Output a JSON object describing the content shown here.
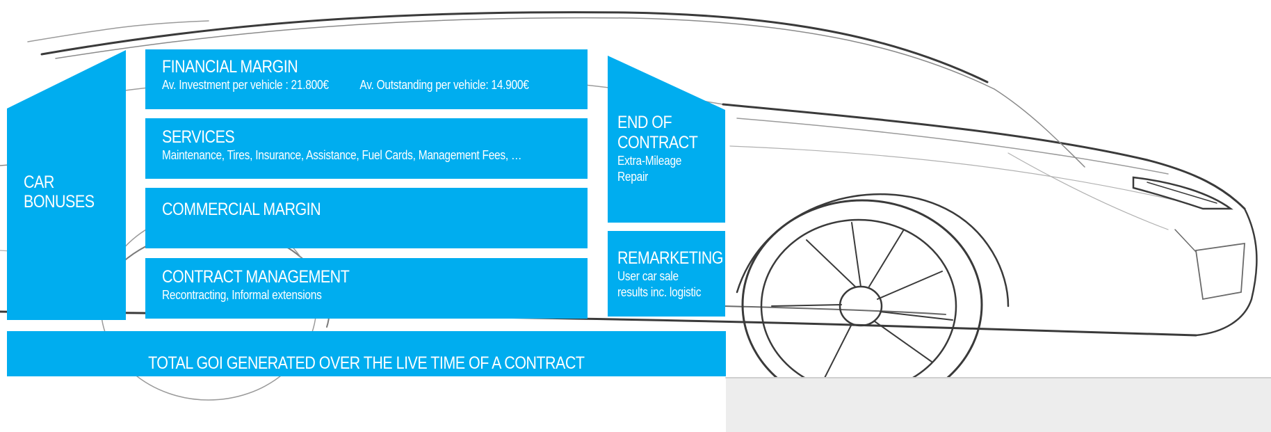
{
  "colors": {
    "accent": "#00adef",
    "text": "#ffffff",
    "sketch": "#4a4a4a",
    "sketch_light": "#a8a8a8"
  },
  "car_bonuses": {
    "title_line1": "CAR",
    "title_line2": "BONUSES"
  },
  "financial_margin": {
    "title": "FINANCIAL MARGIN",
    "investment": "Av. Investment per vehicle : 21.800€",
    "outstanding": "Av. Outstanding  per vehicle: 14.900€"
  },
  "services": {
    "title": "SERVICES",
    "detail": "Maintenance, Tires, Insurance, Assistance, Fuel Cards, Management Fees,  …"
  },
  "commercial_margin": {
    "title": "COMMERCIAL MARGIN"
  },
  "contract_management": {
    "title": "CONTRACT MANAGEMENT",
    "detail": "Recontracting, Informal extensions"
  },
  "end_of_contract": {
    "title_line1": "END OF",
    "title_line2": "CONTRACT",
    "detail_line1": "Extra-Mileage",
    "detail_line2": "Repair"
  },
  "remarketing": {
    "title": "REMARKETING",
    "detail_line1": "User car sale",
    "detail_line2": "results inc. logistic"
  },
  "total": {
    "title": "TOTAL GOI GENERATED OVER THE LIVE TIME OF A CONTRACT"
  }
}
